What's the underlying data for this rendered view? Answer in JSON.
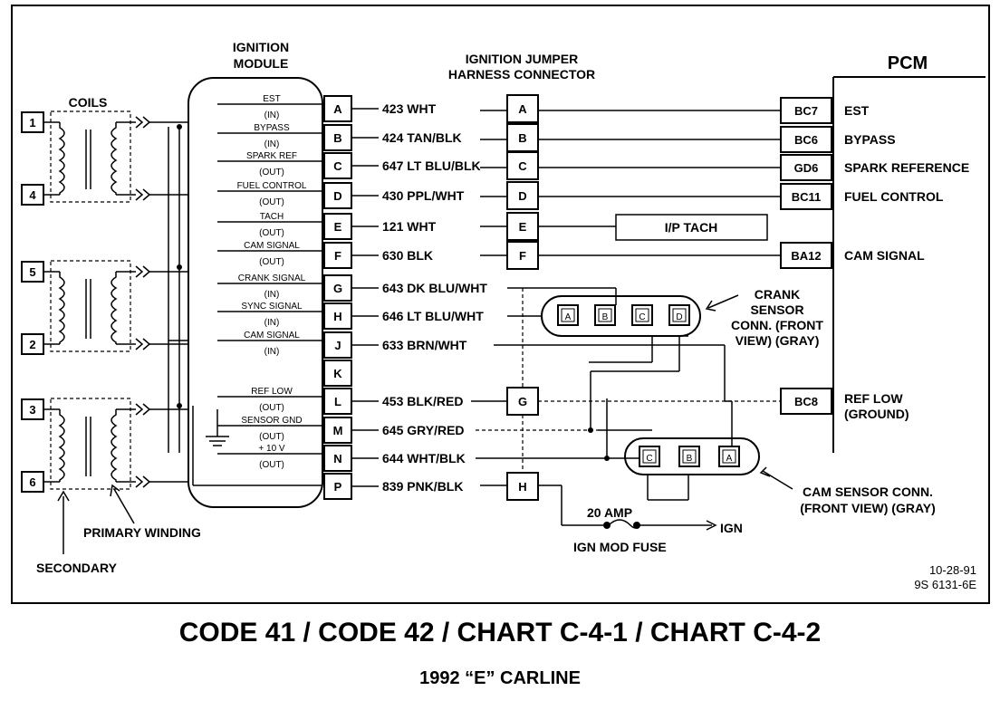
{
  "ignition_module": {
    "title_line1": "IGNITION",
    "title_line2": "MODULE",
    "pins": [
      {
        "pin": "A",
        "signal": "EST",
        "dir": "(IN)"
      },
      {
        "pin": "B",
        "signal": "BYPASS",
        "dir": "(IN)"
      },
      {
        "pin": "C",
        "signal": "SPARK REF",
        "dir": "(OUT)"
      },
      {
        "pin": "D",
        "signal": "FUEL CONTROL",
        "dir": "(OUT)"
      },
      {
        "pin": "E",
        "signal": "TACH",
        "dir": "(OUT)"
      },
      {
        "pin": "F",
        "signal": "CAM SIGNAL",
        "dir": "(OUT)"
      },
      {
        "pin": "G",
        "signal": "CRANK SIGNAL",
        "dir": "(IN)"
      },
      {
        "pin": "H",
        "signal": "SYNC SIGNAL",
        "dir": "(IN)"
      },
      {
        "pin": "J",
        "signal": "CAM SIGNAL",
        "dir": "(IN)"
      },
      {
        "pin": "K",
        "signal": "",
        "dir": ""
      },
      {
        "pin": "L",
        "signal": "REF LOW",
        "dir": "(OUT)"
      },
      {
        "pin": "M",
        "signal": "SENSOR GND",
        "dir": "(OUT)"
      },
      {
        "pin": "N",
        "signal": "+ 10 V",
        "dir": "(OUT)"
      },
      {
        "pin": "P",
        "signal": "",
        "dir": ""
      }
    ]
  },
  "wires": [
    "423 WHT",
    "424 TAN/BLK",
    "647 LT BLU/BLK",
    "430 PPL/WHT",
    "121 WHT",
    "630 BLK",
    "643 DK BLU/WHT",
    "646 LT BLU/WHT",
    "633 BRN/WHT",
    "",
    "453 BLK/RED",
    "645 GRY/RED",
    "644 WHT/BLK",
    "839 PNK/BLK"
  ],
  "jumper": {
    "title_line1": "IGNITION JUMPER",
    "title_line2": "HARNESS CONNECTOR",
    "pins": [
      "A",
      "B",
      "C",
      "D",
      "E",
      "F",
      "G",
      "H"
    ]
  },
  "pcm": {
    "title": "PCM",
    "terminals": [
      {
        "pin": "BC7",
        "label": "EST"
      },
      {
        "pin": "BC6",
        "label": "BYPASS"
      },
      {
        "pin": "GD6",
        "label": "SPARK REFERENCE"
      },
      {
        "pin": "BC11",
        "label": "FUEL CONTROL"
      },
      {
        "pin": "BA12",
        "label": "CAM SIGNAL"
      },
      {
        "pin": "BC8",
        "label": "REF LOW",
        "label2": "(GROUND)"
      }
    ]
  },
  "ip_tach": "I/P TACH",
  "coils": {
    "title": "COILS",
    "terminals": [
      "1",
      "4",
      "5",
      "2",
      "3",
      "6"
    ],
    "primary_winding": "PRIMARY WINDING",
    "secondary": "SECONDARY"
  },
  "crank_sensor": {
    "label_lines": [
      "CRANK",
      "SENSOR",
      "CONN. (FRONT",
      "VIEW) (GRAY)"
    ],
    "pins": [
      "A",
      "B",
      "C",
      "D"
    ]
  },
  "cam_sensor": {
    "label_lines": [
      "CAM SENSOR CONN.",
      "(FRONT VIEW) (GRAY)"
    ],
    "pins": [
      "C",
      "B",
      "A"
    ]
  },
  "fuse": {
    "rating": "20 AMP",
    "name": "IGN MOD FUSE",
    "feed": "IGN"
  },
  "date_code": {
    "line1": "10-28-91",
    "line2": "9S 6131-6E"
  },
  "title": "CODE 41 / CODE 42 / CHART C-4-1 / CHART C-4-2",
  "subtitle": "1992 “E” CARLINE"
}
